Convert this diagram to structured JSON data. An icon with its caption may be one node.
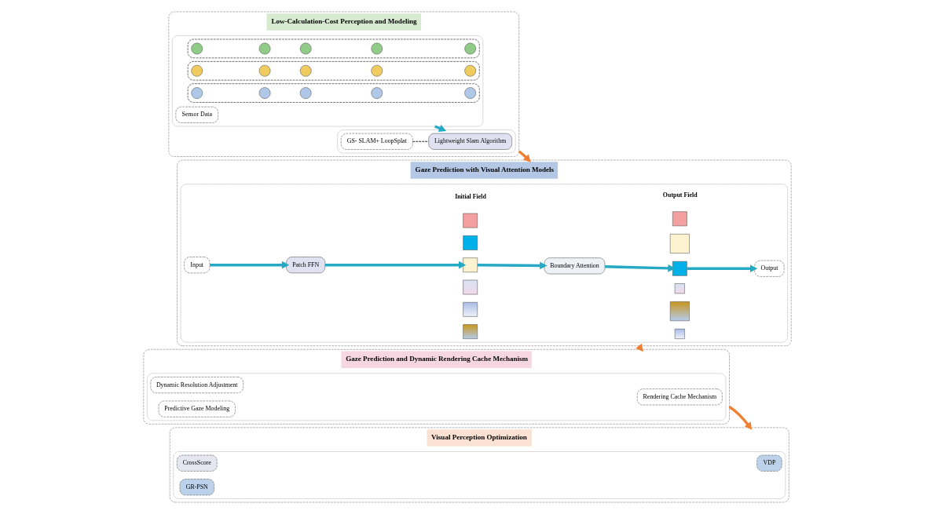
{
  "diagram": {
    "nodes": [
      {
        "text": [
          "Low-Calculation-Cost Perception and Modeling"
        ]
      },
      {
        "text": [],
        "shape": "box",
        "in": 0
      },
      {
        "text": [
          "Sensor Data"
        ],
        "in": 1
      },
      {
        "text": [],
        "shape": "box",
        "in": 1
      },
      {
        "text": [],
        "shape": "circle",
        "in": 3
      },
      {
        "text": [],
        "shape": "circle",
        "in": 3
      },
      {
        "text": [],
        "shape": "circle",
        "in": 3
      },
      {
        "text": [],
        "shape": "circle",
        "in": 3
      },
      {
        "text": [],
        "shape": "circle",
        "in": 3
      },
      {
        "text": [],
        "shape": "box",
        "in": 1
      },
      {
        "text": [],
        "shape": "circle",
        "in": 9
      },
      {
        "text": [],
        "shape": "circle",
        "in": 9
      },
      {
        "text": [],
        "shape": "circle",
        "in": 9
      },
      {
        "text": [],
        "shape": "circle",
        "in": 9
      },
      {
        "text": [],
        "shape": "circle",
        "in": 9
      },
      {
        "text": [],
        "shape": "box",
        "in": 1
      },
      {
        "text": [],
        "shape": "circle",
        "in": 15
      },
      {
        "text": [],
        "shape": "circle",
        "in": 15
      },
      {
        "text": [],
        "shape": "circle",
        "in": 15
      },
      {
        "text": [],
        "shape": "circle",
        "in": 15
      },
      {
        "text": [],
        "shape": "circle",
        "in": 15
      },
      {
        "text": [],
        "shape": "box",
        "in": 0
      },
      {
        "text": [
          "GS- SLAM+ LoopSplat"
        ],
        "in": 21
      },
      {
        "text": [
          "Lightweight Slam Algorithm"
        ],
        "in": 21
      },
      {
        "text": [
          "Gaze Prediction with Visual Attention Models"
        ]
      },
      {
        "text": [],
        "shape": "box",
        "in": 24
      },
      {
        "text": [
          "Input"
        ],
        "in": 25
      },
      {
        "text": [
          "Patch FFN"
        ],
        "in": 25
      },
      {
        "text": [],
        "shape": "box",
        "in": 25
      },
      {
        "text": [],
        "shape": "box",
        "in": 25
      },
      {
        "text": [],
        "shape": "box",
        "in": 25
      },
      {
        "text": [],
        "shape": "box",
        "in": 25
      },
      {
        "text": [],
        "shape": "box",
        "in": 25
      },
      {
        "text": [],
        "shape": "box",
        "in": 25
      },
      {
        "text": [
          "Boundary Attention"
        ],
        "in": 25
      },
      {
        "text": [],
        "shape": "box",
        "in": 25
      },
      {
        "text": [],
        "shape": "box",
        "in": 25
      },
      {
        "text": [],
        "shape": "box",
        "in": 25
      },
      {
        "text": [],
        "shape": "box",
        "in": 25
      },
      {
        "text": [],
        "shape": "box",
        "in": 25
      },
      {
        "text": [],
        "shape": "box",
        "in": 25
      },
      {
        "text": [
          "Output"
        ],
        "in": 25
      },
      {
        "text": [
          "Gaze Prediction and Dynamic Rendering Cache Mechanism"
        ]
      },
      {
        "text": [],
        "shape": "box",
        "in": 42
      },
      {
        "text": [
          "Dynamic Resolution Adjustment"
        ],
        "in": 43
      },
      {
        "text": [
          "Rendering Cache Mechanism"
        ],
        "in": 43
      },
      {
        "text": [
          "Predictive Gaze Modeling"
        ],
        "in": 43
      },
      {
        "text": [
          "Visual Perception Optimization"
        ]
      },
      {
        "text": [],
        "shape": "box",
        "in": 47
      },
      {
        "text": [
          "CrossScore"
        ],
        "in": 48
      },
      {
        "text": [
          "VDP"
        ],
        "in": 48
      },
      {
        "text": [
          "GR-PSN"
        ],
        "in": 48
      }
    ],
    "edges": [
      {
        "from": 0,
        "to": 24,
        "arrow": "to",
        "color": "#f08030"
      },
      {
        "from": 1,
        "to": 21,
        "arrow": "to",
        "color": "#26a9c4"
      },
      {
        "from": 22,
        "to": 23,
        "arrow": "none",
        "style": "dashed",
        "color": "#000000"
      },
      {
        "from": 26,
        "to": 27,
        "arrow": "to",
        "color": "#26a9c4"
      },
      {
        "from": 27,
        "to": 30,
        "arrow": "to",
        "color": "#26a9c4"
      },
      {
        "from": 30,
        "to": 34,
        "arrow": "to",
        "color": "#26a9c4"
      },
      {
        "from": 34,
        "to": 37,
        "arrow": "to",
        "color": "#26a9c4"
      },
      {
        "from": 37,
        "to": 41,
        "arrow": "to",
        "color": "#26a9c4"
      },
      {
        "from": 24,
        "to": 42,
        "arrow": "to",
        "color": "#f08030"
      },
      {
        "from": 42,
        "to": 47,
        "arrow": "to",
        "color": "#f08030"
      }
    ],
    "labels": [
      "Initial Field",
      "Output Field"
    ]
  }
}
